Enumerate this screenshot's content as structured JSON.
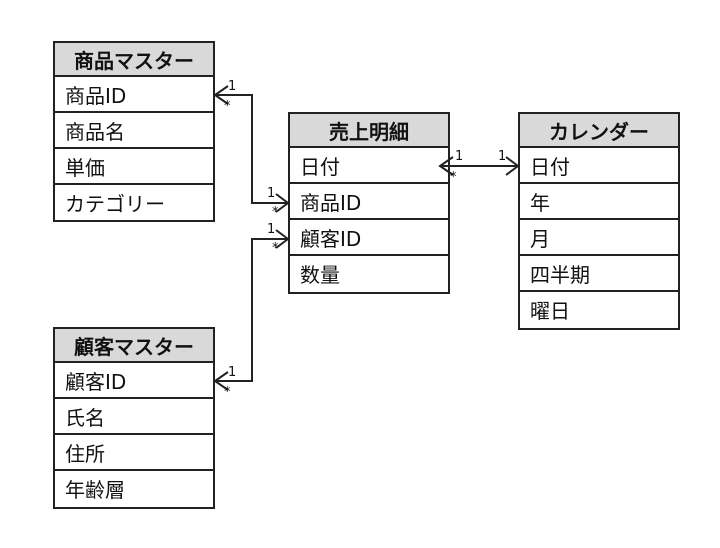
{
  "entities": {
    "product": {
      "title": "商品マスター",
      "fields": [
        "商品ID",
        "商品名",
        "単価",
        "カテゴリー"
      ]
    },
    "customer": {
      "title": "顧客マスター",
      "fields": [
        "顧客ID",
        "氏名",
        "住所",
        "年齢層"
      ]
    },
    "sales": {
      "title": "売上明細",
      "fields": [
        "日付",
        "商品ID",
        "顧客ID",
        "数量"
      ]
    },
    "calendar": {
      "title": "カレンダー",
      "fields": [
        "日付",
        "年",
        "月",
        "四半期",
        "曜日"
      ]
    }
  },
  "relationships": [
    {
      "from": "商品マスター.商品ID",
      "to": "売上明細.商品ID",
      "from_card": "1",
      "to_card": "*",
      "from_end_card": "*",
      "to_end_card": "1"
    },
    {
      "from": "顧客マスター.顧客ID",
      "to": "売上明細.顧客ID",
      "from_card": "1",
      "to_card": "*",
      "from_end_card": "*",
      "to_end_card": "1"
    },
    {
      "from": "売上明細.日付",
      "to": "カレンダー.日付",
      "from_card": "1",
      "to_card": "*",
      "to_end_card": "1"
    }
  ],
  "colors": {
    "header_bg": "#d9d9d9",
    "border": "#222222",
    "line": "#222222"
  }
}
